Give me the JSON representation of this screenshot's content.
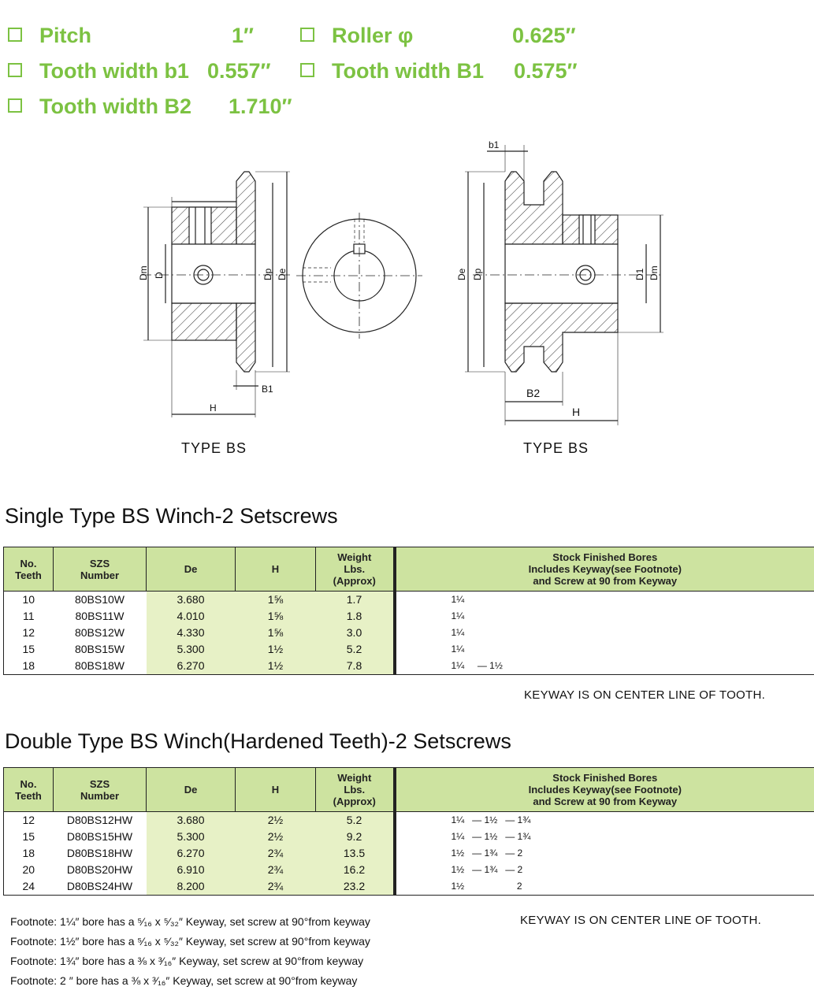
{
  "specs": [
    {
      "label": "Pitch",
      "value": "1″"
    },
    {
      "label": "Roller φ",
      "value": "0.625″"
    },
    {
      "label": "Tooth width b1",
      "value": "0.557″"
    },
    {
      "label": "Tooth width B1",
      "value": "0.575″"
    },
    {
      "label": "Tooth width B2",
      "value": "1.710″"
    }
  ],
  "drawings": {
    "left_type": "TYPE BS",
    "right_type": "TYPE BS",
    "labels": {
      "Dm": "Dm",
      "D": "D",
      "Dp": "Dp",
      "De": "De",
      "B1": "B1",
      "H": "H",
      "b1": "b1",
      "B2": "B2",
      "D1": "D1"
    }
  },
  "single": {
    "title": "Single Type  BS  Winch-2 Setscrews",
    "headers": [
      "No.\nTeeth",
      "SZS\nNumber",
      "De",
      "H",
      "Weight\nLbs.\n(Approx)",
      "Stock Finished Bores\nIncludes Keyway(see Footnote)\nand Screw at 90 from Keyway"
    ],
    "rows": [
      [
        "10",
        "80BS10W",
        "3.680",
        "1⅝",
        "1.7",
        "1¼"
      ],
      [
        "11",
        "80BS11W",
        "4.010",
        "1⅝",
        "1.8",
        "1¼"
      ],
      [
        "12",
        "80BS12W",
        "4.330",
        "1⅝",
        "3.0",
        "1¼"
      ],
      [
        "15",
        "80BS15W",
        "5.300",
        "1½",
        "5.2",
        "1¼"
      ],
      [
        "18",
        "80BS18W",
        "6.270",
        "1½",
        "7.8",
        "1¼     — 1½"
      ]
    ],
    "note": "KEYWAY IS ON CENTER LINE OF TOOTH."
  },
  "double": {
    "title": "Double Type  BS  Winch(Hardened Teeth)-2 Setscrews",
    "headers": [
      "No.\nTeeth",
      "SZS\nNumber",
      "De",
      "H",
      "Weight\nLbs.\n(Approx)",
      "Stock Finished Bores\nIncludes Keyway(see Footnote)\nand Screw at 90 from Keyway"
    ],
    "rows": [
      [
        "12",
        "D80BS12HW",
        "3.680",
        "2½",
        "5.2",
        "1¼   — 1½   — 1¾"
      ],
      [
        "15",
        "D80BS15HW",
        "5.300",
        "2½",
        "9.2",
        "1¼   — 1½   — 1¾"
      ],
      [
        "18",
        "D80BS18HW",
        "6.270",
        "2¾",
        "13.5",
        "1½   — 1¾   — 2"
      ],
      [
        "20",
        "D80BS20HW",
        "6.910",
        "2¾",
        "16.2",
        "1½   — 1¾   — 2"
      ],
      [
        "24",
        "D80BS24HW",
        "8.200",
        "2¾",
        "23.2",
        "1½                    2"
      ]
    ],
    "note": "KEYWAY IS ON CENTER LINE OF TOOTH."
  },
  "footnotes": [
    "Footnote:  1¼″ bore has a ⁵⁄₁₆ x ⁵⁄₃₂″ Keyway, set screw at 90°from keyway",
    "Footnote:  1½″ bore has a ⁵⁄₁₆ x ⁵⁄₃₂″ Keyway, set screw at 90°from keyway",
    "Footnote:  1¾″ bore has a ⅜ x ³⁄₁₆″ Keyway, set screw at 90°from keyway",
    "Footnote:  2 ″  bore has a ⅜ x ³⁄₁₆″ Keyway, set screw at 90°from keyway"
  ],
  "colors": {
    "accent": "#7cc242",
    "header_bg": "#cde3a0",
    "cell_bg": "#e7f1c6"
  }
}
